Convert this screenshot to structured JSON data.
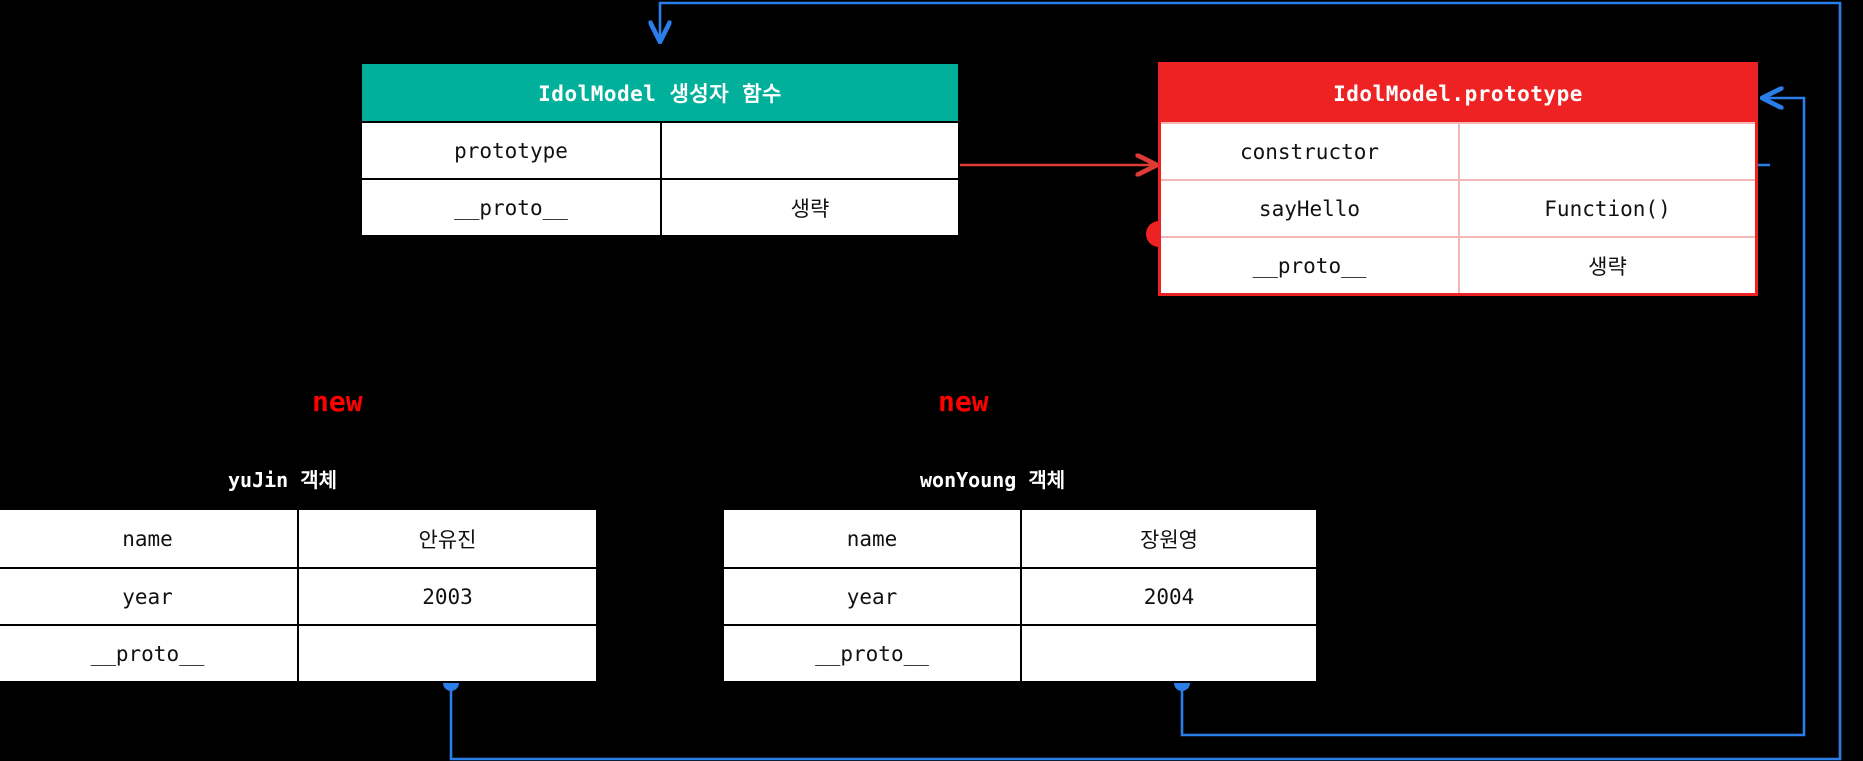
{
  "diagram": {
    "title": "JavaScript prototype chain diagram",
    "background_color": "#000000",
    "colors": {
      "teal": "#00b09b",
      "red": "#ee2222",
      "blue": "#2b7de9",
      "red_arrow": "#dd3b35",
      "white": "#ffffff",
      "new_label": "#ff0000"
    }
  },
  "constructor_box": {
    "header": "IdolModel 생성자 함수",
    "rows": [
      {
        "key": "prototype",
        "value": ""
      },
      {
        "key": "__proto__",
        "value": "생략"
      }
    ]
  },
  "prototype_box": {
    "header": "IdolModel.prototype",
    "rows": [
      {
        "key": "constructor",
        "value": ""
      },
      {
        "key": "sayHello",
        "value": "Function()"
      },
      {
        "key": "__proto__",
        "value": "생략"
      }
    ]
  },
  "instances": [
    {
      "new_label": "new",
      "caption": "yuJin 객체",
      "rows": [
        {
          "key": "name",
          "value": "안유진"
        },
        {
          "key": "year",
          "value": "2003"
        },
        {
          "key": "__proto__",
          "value": ""
        }
      ]
    },
    {
      "new_label": "new",
      "caption": "wonYoung 객체",
      "rows": [
        {
          "key": "name",
          "value": "장원영"
        },
        {
          "key": "year",
          "value": "2004"
        },
        {
          "key": "__proto__",
          "value": ""
        }
      ]
    }
  ]
}
